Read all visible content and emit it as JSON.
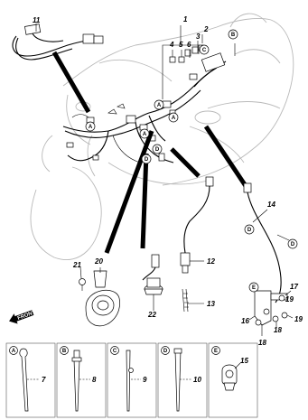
{
  "callouts": {
    "c1": "1",
    "c2": "2",
    "c3": "3",
    "c4": "4",
    "c5": "5",
    "c6": "6",
    "c7": "7",
    "c8": "8",
    "c9": "9",
    "c10": "10",
    "c11": "11",
    "c12": "12",
    "c13": "13",
    "c14": "14",
    "c15": "15",
    "c16": "16",
    "c17": "17",
    "c18": "18",
    "c18b": "18",
    "c19": "19",
    "c19b": "19",
    "c20": "20",
    "c21": "21",
    "c22": "22"
  },
  "letters": {
    "A": "A",
    "B": "B",
    "C": "C",
    "D": "D",
    "E": "E"
  },
  "front_arrow": "FRONT"
}
